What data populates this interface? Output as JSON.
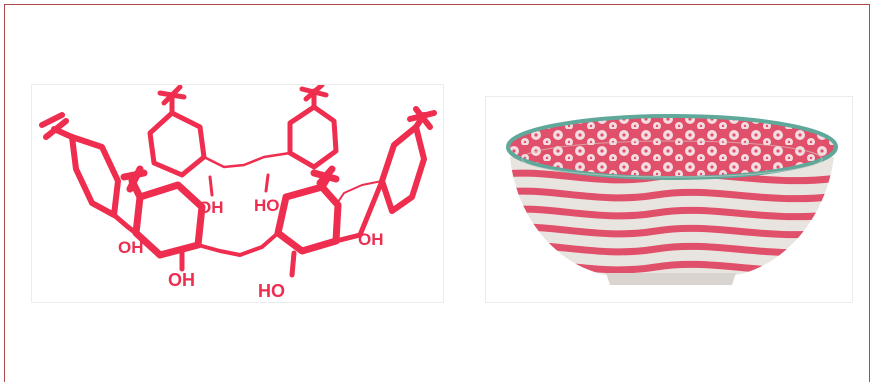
{
  "molecule": {
    "color": "#ee2d4f",
    "labels": [
      "OH",
      "HO",
      "OH",
      "OH",
      "HO",
      "OH"
    ]
  },
  "bowl": {
    "rim_color": "#5fa89a",
    "pattern_color": "#e0506a",
    "base_color": "#e8e4df"
  }
}
